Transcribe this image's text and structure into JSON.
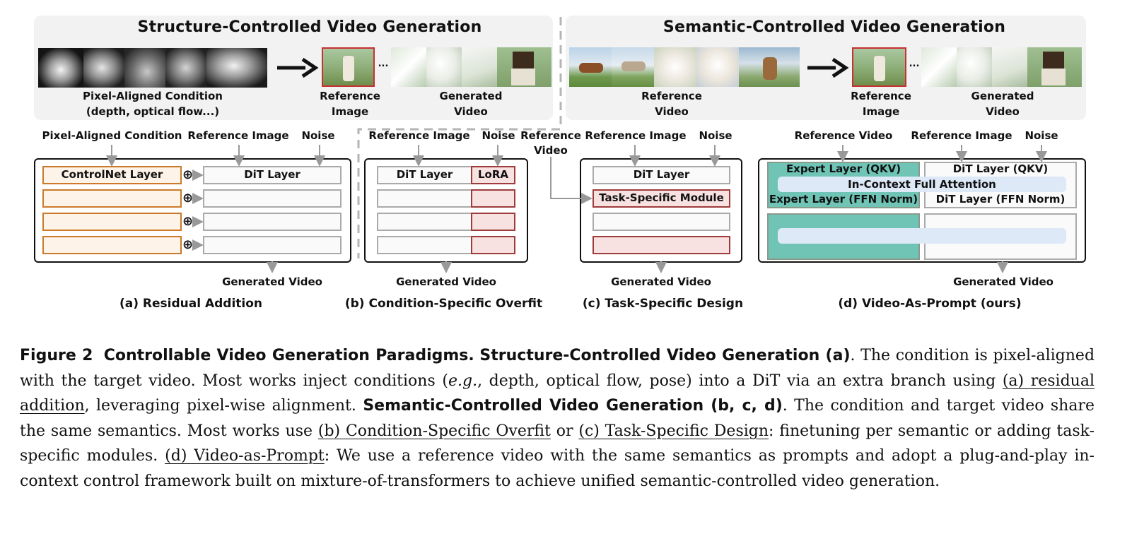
{
  "top": {
    "structure_title": "Structure-Controlled Video Generation",
    "semantic_title": "Semantic-Controlled Video Generation",
    "struct_cond_label_1": "Pixel-Aligned Condition",
    "struct_cond_label_2": "(depth, optical flow...)",
    "ref_image_1": "Reference",
    "ref_image_2": "Image",
    "gen_video_1": "Generated",
    "gen_video_2": "Video",
    "ref_video_1": "Reference",
    "ref_video_2": "Video",
    "ellipsis": "..."
  },
  "panels": {
    "a": {
      "in_cond": "Pixel-Aligned Condition",
      "in_ref": "Reference Image",
      "in_noise": "Noise",
      "controlnet": "ControlNet Layer",
      "dit": "DiT Layer",
      "out": "Generated Video",
      "caption": "(a) Residual Addition"
    },
    "b": {
      "in_ref": "Reference Image",
      "in_noise": "Noise",
      "dit": "DiT Layer",
      "lora": "LoRA",
      "out": "Generated Video",
      "caption": "(b) Condition-Specific Overfit"
    },
    "c": {
      "in_refvid_1": "Reference",
      "in_refvid_2": "Video",
      "in_ref": "Reference Image",
      "in_noise": "Noise",
      "dit": "DiT Layer",
      "task": "Task-Specific Module",
      "out": "Generated Video",
      "caption": "(c) Task-Specific Design"
    },
    "d": {
      "in_refvid": "Reference Video",
      "in_ref": "Reference Image",
      "in_noise": "Noise",
      "expert_qkv": "Expert Layer (QKV)",
      "dit_qkv": "DiT Layer (QKV)",
      "attention": "In-Context Full Attention",
      "expert_ffn": "Expert Layer (FFN Norm)",
      "dit_ffn": "DiT Layer (FFN Norm)",
      "out": "Generated Video",
      "caption": "(d) Video-As-Prompt (ours)"
    }
  },
  "caption": {
    "fig_label": "Figure 2",
    "fig_title": "Controllable Video Generation Paradigms.",
    "struct_head": "Structure-Controlled Video Generation (a)",
    "t1": ". The condition is pixel-aligned with the target video. Most works inject conditions (",
    "eg": "e.g.",
    "t2": ", depth, optical flow, pose) into a DiT via an extra branch using ",
    "u_a": "(a) residual addition",
    "t3": ", leveraging pixel-wise alignment. ",
    "sem_head": "Semantic-Controlled Video Generation (b, c, d)",
    "t4": ". The condition and target video share the same semantics. Most works use ",
    "u_b": "(b) Condition-Specific Overfit",
    "t5": " or ",
    "u_c": "(c) Task-Specific Design",
    "t6": ": finetuning per semantic or adding task-specific modules. ",
    "u_d": "(d) Video-as-Prompt",
    "t7": ": We use a reference video with the same semantics as prompts and adopt a plug-and-play in-context control framework built on mixture-of-transformers to achieve unified semantic-controlled video generation."
  },
  "colors": {
    "orange": "#cc7a2a",
    "red": "#9e3b3b",
    "teal": "#6fc4b6",
    "attention": "#dde9f7"
  }
}
